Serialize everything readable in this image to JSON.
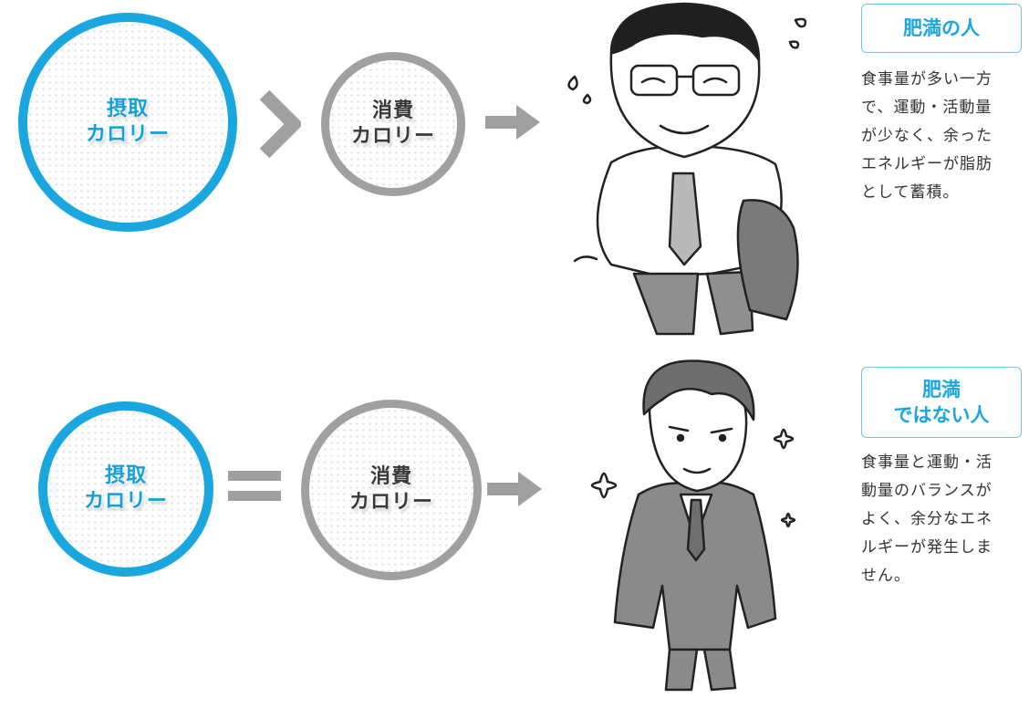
{
  "rows": [
    {
      "intake": {
        "line1": "摂取",
        "line2": "カロリー"
      },
      "operator": "greater-than-chevron",
      "burn": {
        "line1": "消費",
        "line2": "カロリー"
      },
      "arrow": "arrow-right",
      "figure": "obese-man-illustration",
      "label": {
        "line1": "肥満の人",
        "line2": ""
      },
      "description": [
        "食事量が多い一方",
        "で、運動・活動量",
        "が少なく、余った",
        "エネルギーが脂肪",
        "として蓄積。"
      ]
    },
    {
      "intake": {
        "line1": "摂取",
        "line2": "カロリー"
      },
      "operator": "equals-sign",
      "burn": {
        "line1": "消費",
        "line2": "カロリー"
      },
      "arrow": "arrow-right",
      "figure": "slim-man-illustration",
      "label": {
        "line1": "肥満",
        "line2": "ではない人"
      },
      "description": [
        "食事量と運動・活",
        "動量のバランスが",
        "よく、余分なエネ",
        "ルギーが発生しま",
        "せん。"
      ]
    }
  ],
  "colors": {
    "accent": "#1aa6df",
    "gray": "#a0a0a0",
    "text": "#333333"
  }
}
